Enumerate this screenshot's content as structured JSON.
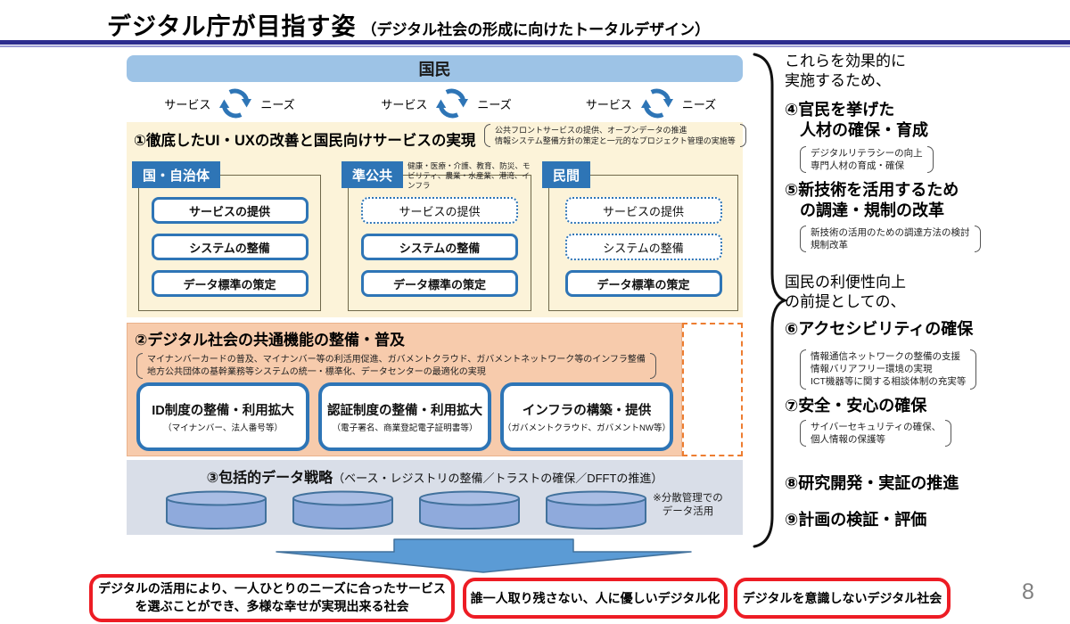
{
  "slide": {
    "title": "デジタル庁が目指す姿",
    "subtitle": "（デジタル社会の形成に向けたトータルデザイン）",
    "page_number": "8"
  },
  "colors": {
    "accent_blue": "#2E75B6",
    "citizen_bar_blue": "#9DC3E6",
    "section1_bg": "#FCF3D9",
    "section2_bg": "#F7CBAC",
    "section2_dash": "#ED7D31",
    "section3_bg": "#D9DEE8",
    "banner_red": "#ED1C24",
    "rule_navy": "#2d2d8e"
  },
  "citizen_bar": {
    "label": "国民"
  },
  "cycles": {
    "service_label": "サービス",
    "needs_label": "ニーズ"
  },
  "section1": {
    "heading": "①徹底したUI・UXの改善と国民向けサービスの実現",
    "note_lines": [
      "公共フロントサービスの提供、オープンデータの推進",
      "情報システム整備方針の策定と一元的なプロジェクト管理の実施等"
    ],
    "columns": [
      {
        "label": "国・自治体",
        "note": "",
        "boxes": [
          {
            "text": "サービスの提供",
            "style": "solid"
          },
          {
            "text": "システムの整備",
            "style": "solid"
          },
          {
            "text": "データ標準の策定",
            "style": "solid"
          }
        ]
      },
      {
        "label": "準公共",
        "note": "健康・医療・介護、教育、防災、モビリティ、農業・水産業、港湾、インフラ",
        "boxes": [
          {
            "text": "サービスの提供",
            "style": "dotted"
          },
          {
            "text": "システムの整備",
            "style": "solid"
          },
          {
            "text": "データ標準の策定",
            "style": "solid"
          }
        ]
      },
      {
        "label": "民間",
        "note": "",
        "boxes": [
          {
            "text": "サービスの提供",
            "style": "dotted"
          },
          {
            "text": "システムの整備",
            "style": "dotted"
          },
          {
            "text": "データ標準の策定",
            "style": "solid"
          }
        ]
      }
    ]
  },
  "section2": {
    "heading": "②デジタル社会の共通機能の整備・普及",
    "note_lines": [
      "マイナンバーカードの普及、マイナンバー等の利活用促進、ガバメントクラウド、ガバメントネットワーク等のインフラ整備",
      "地方公共団体の基幹業務等システムの統一・標準化、データセンターの最適化の実現"
    ],
    "boxes": [
      {
        "title": "ID制度の整備・利用拡大",
        "sub": "（マイナンバー、法人番号等）"
      },
      {
        "title": "認証制度の整備・利用拡大",
        "sub": "（電子署名、商業登記電子証明書等）"
      },
      {
        "title": "インフラの構築・提供",
        "sub": "（ガバメントクラウド、ガバメントNW等）"
      }
    ]
  },
  "section3": {
    "heading_bold": "③包括的データ戦略",
    "heading_note": "（ベース・レジストリの整備／トラストの確保／DFFTの推進）",
    "side_note_lines": [
      "※分散管理での",
      "データ活用"
    ]
  },
  "right_panel": {
    "intro_lines": [
      "これらを効果的に",
      "実施するため、"
    ],
    "item4": {
      "title_lines": [
        "④官民を挙げた",
        "人材の確保・育成"
      ],
      "note_lines": [
        "デジタルリテラシーの向上",
        "専門人材の育成・確保"
      ]
    },
    "item5": {
      "title_lines": [
        "⑤新技術を活用するため",
        "の調達・規制の改革"
      ],
      "note_lines": [
        "新技術の活用のための調達方法の検討",
        "規制改革"
      ]
    },
    "mid_lines": [
      "国民の利便性向上",
      "の前提としての、"
    ],
    "item6": {
      "title": "⑥アクセシビリティの確保",
      "note_lines": [
        "情報通信ネットワークの整備の支援",
        "情報バリアフリー環境の実現",
        "ICT機器等に関する相談体制の充実等"
      ]
    },
    "item7": {
      "title": "⑦安全・安心の確保",
      "note_lines": [
        "サイバーセキュリティの確保、",
        "個人情報の保護等"
      ]
    },
    "item8": {
      "title": "⑧研究開発・実証の推進"
    },
    "item9": {
      "title": "⑨計画の検証・評価"
    }
  },
  "bottom_banners": [
    {
      "lines": [
        "デジタルの活用により、一人ひとりのニーズに合ったサービス",
        "を選ぶことができ、多様な幸せが実現出来る社会"
      ]
    },
    {
      "lines": [
        "誰一人取り残さない、人に優しいデジタル化"
      ]
    },
    {
      "lines": [
        "デジタルを意識しないデジタル社会"
      ]
    }
  ]
}
